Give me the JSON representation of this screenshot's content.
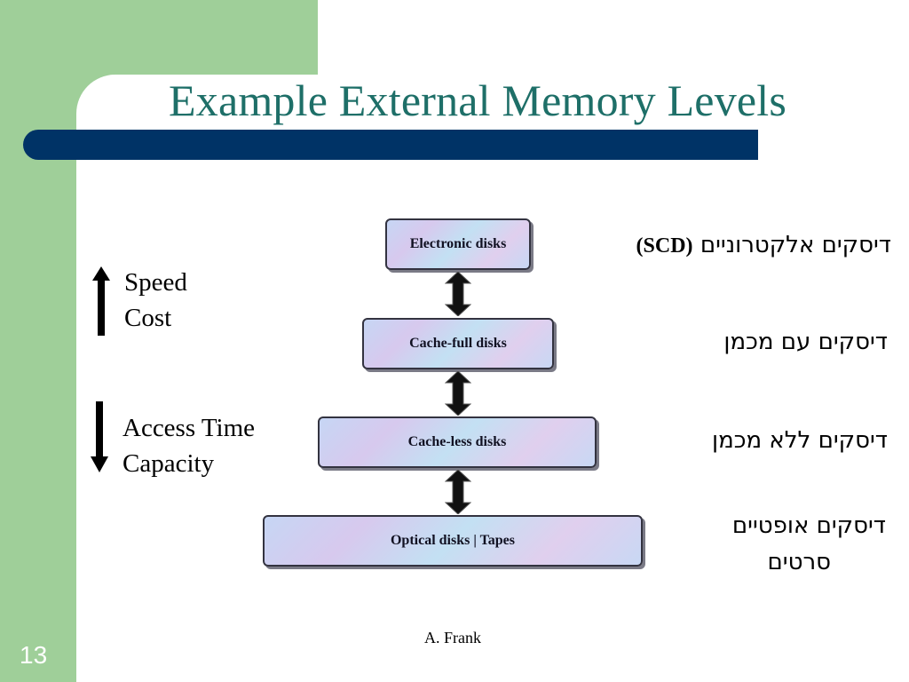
{
  "slide": {
    "title": "Example External Memory Levels",
    "page_number": "13",
    "author": "A. Frank"
  },
  "levels": [
    {
      "label": "Electronic disks",
      "hebrew": "דיסקים אלקטרוניים",
      "hebrew_suffix": "(SCD)"
    },
    {
      "label": "Cache-full disks",
      "hebrew": "דיסקים עם מכמן"
    },
    {
      "label": "Cache-less disks",
      "hebrew": "דיסקים ללא מכמן"
    },
    {
      "label": "Optical disks  |  Tapes",
      "hebrew_line1": "דיסקים אופטיים",
      "hebrew_line2": "סרטים"
    }
  ],
  "legend": {
    "up": {
      "line1": "Speed",
      "line2": "Cost"
    },
    "down": {
      "line1": "Access Time",
      "line2": "Capacity"
    }
  },
  "colors": {
    "title": "#1e6f68",
    "title_bar": "#003366",
    "side_band": "#9fcf99"
  }
}
